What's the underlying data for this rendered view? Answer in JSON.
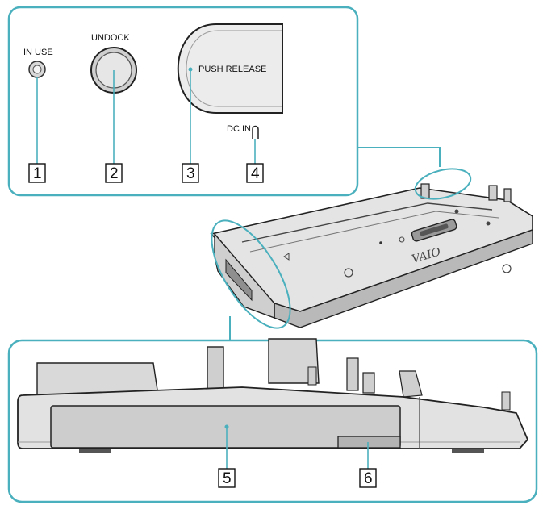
{
  "labels": {
    "in_use": "IN USE",
    "undock": "UNDOCK",
    "push_release": "PUSH RELEASE",
    "dc_in": "DC IN"
  },
  "callouts": [
    "1",
    "2",
    "3",
    "4",
    "5",
    "6"
  ],
  "colors": {
    "frame": "#4bb0bd",
    "body_light": "#dcdcdc",
    "body_mid": "#b9b9b9",
    "body_dark": "#8f8f8f",
    "outline": "#222222"
  }
}
